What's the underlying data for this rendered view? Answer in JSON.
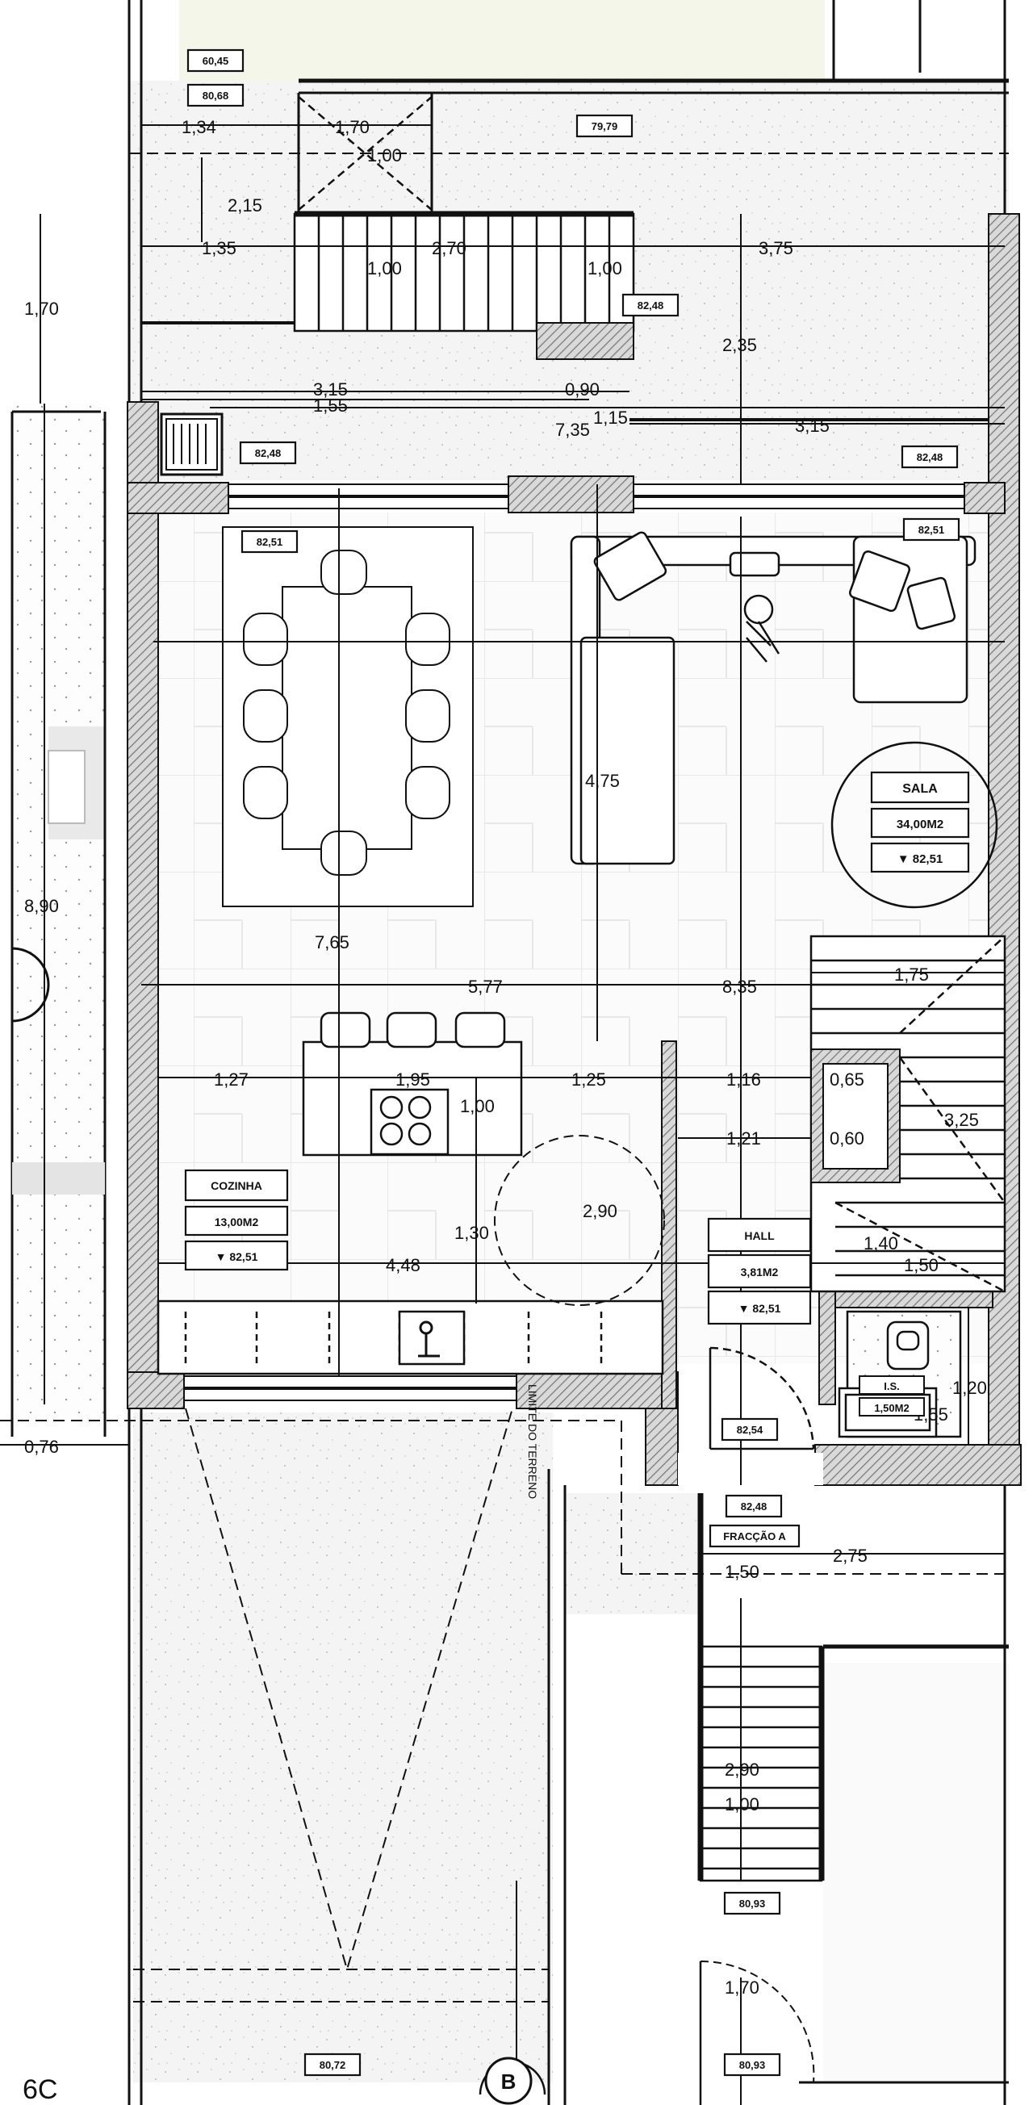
{
  "plan": {
    "levels": {
      "top_left_a": "60,45",
      "top_left_b": "80,68",
      "terrace": "79,79",
      "landing": "82,48",
      "terrace_left": "82,48",
      "terrace_right": "82,48",
      "dining": "82,51",
      "living": "82,51",
      "hall_door": "82,54",
      "entrance": "82,48",
      "stair_bottom": "80,93",
      "garage": "80,72",
      "bottom": "80,93"
    },
    "rooms": {
      "sala": {
        "name": "SALA",
        "area": "34,00M2",
        "level": "▼ 82,51"
      },
      "cozinha": {
        "name": "COZINHA",
        "area": "13,00M2",
        "level": "▼ 82,51"
      },
      "hall": {
        "name": "HALL",
        "area": "3,81M2",
        "level": "▼ 82,51"
      },
      "wc": {
        "name": "I.S.",
        "area": "1,50M2"
      }
    },
    "fraction": "FRACÇÃO A",
    "boundary": "LIMITE DO TERRENO",
    "marker": "B",
    "marker_left": "6C",
    "dims": {
      "d_1_34": "1,34",
      "d_1_70a": "1,70",
      "d_1_00a": "1,00",
      "d_2_15": "2,15",
      "d_1_35": "1,35",
      "d_2_70": "2,70",
      "d_1_00b": "1,00",
      "d_1_00c": "1,00",
      "d_3_75a": "3,75",
      "d_1_70b": "1,70",
      "d_2_35": "2,35",
      "d_3_15a": "3,15",
      "d_1_55": "1,55",
      "d_0_90": "0,90",
      "d_7_35": "7,35",
      "d_1_15": "1,15",
      "d_3_15b": "3,15",
      "d_4_75": "4,75",
      "d_8_90": "8,90",
      "d_7_65": "7,65",
      "d_5_77": "5,77",
      "d_8_35": "8,35",
      "d_1_75": "1,75",
      "d_1_27": "1,27",
      "d_1_95": "1,95",
      "d_1_25": "1,25",
      "d_1_16": "1,16",
      "d_0_65": "0,65",
      "d_1_00d": "1,00",
      "d_1_21": "1,21",
      "d_0_60": "0,60",
      "d_3_25": "3,25",
      "d_1_30": "1,30",
      "d_2_90a": "2,90",
      "d_4_48": "4,48",
      "d_1_40": "1,40",
      "d_1_50a": "1,50",
      "d_1_20": "1,20",
      "d_1_55b": "1,55",
      "d_0_76": "0,76",
      "d_2_75": "2,75",
      "d_1_50b": "1,50",
      "d_2_90b": "2,90",
      "d_1_00e": "1,00",
      "d_1_70c": "1,70"
    }
  }
}
